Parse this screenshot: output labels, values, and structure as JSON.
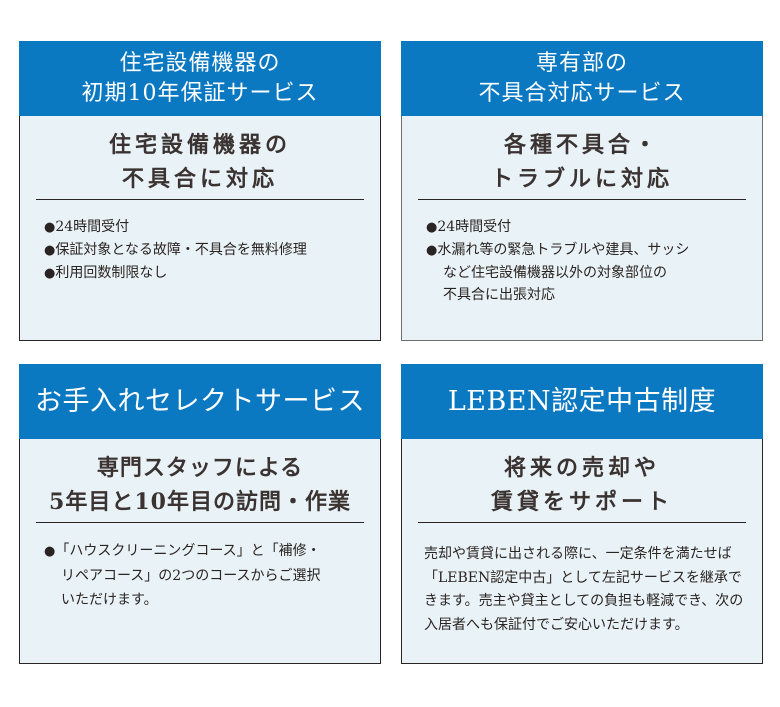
{
  "cards": [
    {
      "header_lines": [
        "住宅設備機器の",
        "初期10年保証サービス"
      ],
      "subtitle_lines": [
        "住宅設備機器の",
        "不具合に対応"
      ],
      "bullets": [
        {
          "marker": "●",
          "lines": [
            "24時間受付"
          ]
        },
        {
          "marker": "●",
          "lines": [
            "保証対象となる故障・不具合を無料修理"
          ]
        },
        {
          "marker": "●",
          "lines": [
            "利用回数制限なし"
          ]
        }
      ]
    },
    {
      "header_lines": [
        "専有部の",
        "不具合対応サービス"
      ],
      "subtitle_lines": [
        "各種不具合・",
        "トラブルに対応"
      ],
      "bullets": [
        {
          "marker": "●",
          "lines": [
            "24時間受付"
          ]
        },
        {
          "marker": "●",
          "lines": [
            "水漏れ等の緊急トラブルや建具、サッシ",
            "など住宅設備機器以外の対象部位の",
            "不具合に出張対応"
          ]
        }
      ]
    },
    {
      "header_lines": [
        "お手入れセレクトサービス"
      ],
      "subtitle_lines": [
        "専門スタッフによる",
        "5年目と10年目の訪問・作業"
      ],
      "bullets": [
        {
          "marker": "●",
          "lines": [
            "「ハウスクリーニングコース」と「補修・",
            "リペアコース」の2つのコースからご選択",
            "いただけます。"
          ]
        }
      ]
    },
    {
      "header_lines": [
        "LEBEN認定中古制度"
      ],
      "subtitle_lines": [
        "将来の売却や",
        "賃貸をサポート"
      ],
      "paragraph_lines": [
        "売却や賃貸に出される際に、一定条件を満たせば",
        "「LEBEN認定中古」として左記サービスを継承で",
        "きます。売主や貸主としての負担も軽減でき、次の",
        "入居者へも保証付でご安心いただけます。"
      ]
    }
  ],
  "colors": {
    "header_blue": "#0b78c2",
    "card_bg": "#e9f2f6",
    "text": "#231815"
  }
}
